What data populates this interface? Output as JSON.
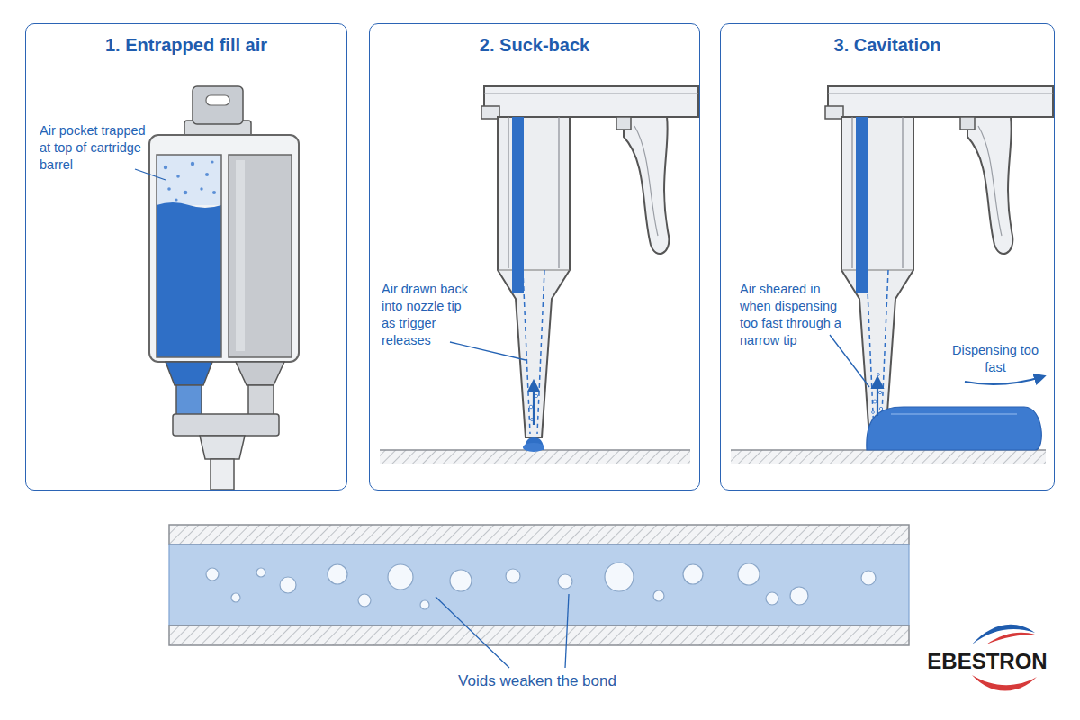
{
  "diagram": {
    "nodes": [
      {
        "text": [
          "1. Entrapped fill air"
        ]
      },
      {
        "text": [
          "2. Suck-back"
        ]
      },
      {
        "text": [
          "3. Cavitation"
        ]
      }
    ],
    "labels": [
      "Air pocket trapped at top of cartridge barrel",
      "Air drawn back into nozzle tip as trigger releases",
      "Air sheared in when dispensing too fast through a narrow tip",
      "Dispensing too fast",
      "Voids weaken the bond",
      "EBESTRON"
    ]
  }
}
